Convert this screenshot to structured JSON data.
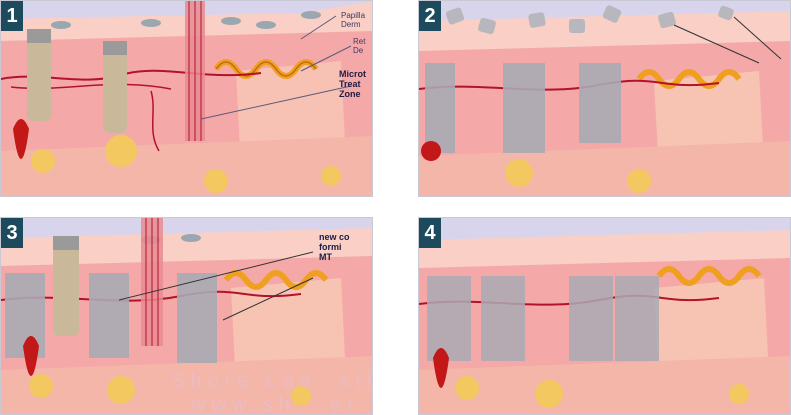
{
  "panels": [
    {
      "number": "1",
      "labels": {
        "papillary": "Papilla\nDerm",
        "reticular": "Ret\nDe",
        "zones": "Microt\nTreat\nZone"
      }
    },
    {
      "number": "2"
    },
    {
      "number": "3",
      "labels": {
        "collagen": "new co\nformi\nMT"
      }
    },
    {
      "number": "4"
    }
  ],
  "watermark": {
    "line1": "Shore Las  sthetic",
    "line2": "www.sh   er.com"
  },
  "colors": {
    "badge": "#1e4a5e",
    "background": "#d8d4ec",
    "skin": "#f4a9a8",
    "epidermis": "#f9cfc6",
    "microthermal_zone": "#a9aab4",
    "collagen": "#f0a020",
    "vessel": "#b3122b",
    "fat": "#f3c860"
  }
}
